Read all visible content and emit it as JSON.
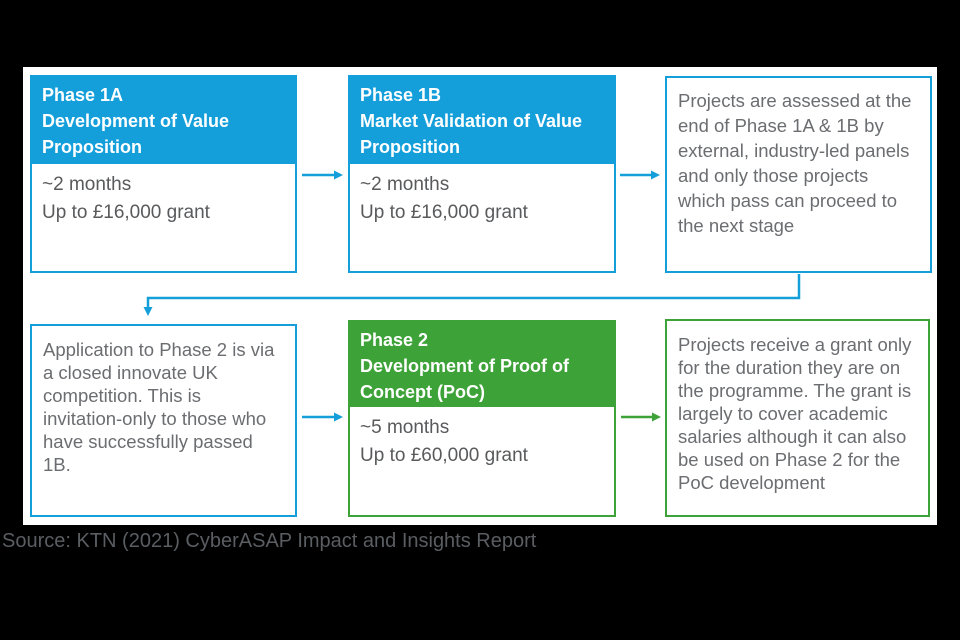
{
  "figure": {
    "colors": {
      "phase1_blue": "#149fdb",
      "phase2_green": "#3da237",
      "panel_background": "#ffffff",
      "page_background": "#000000",
      "detail_text": "#595a5c",
      "note_text": "#6b6d70",
      "caption_text": "#5a5e62"
    },
    "phase_boxes": [
      {
        "id": "phase-1a",
        "title_lines": [
          "Phase 1A",
          "Development of Value",
          "Proposition"
        ],
        "detail_lines": [
          "~2 months",
          "Up to £16,000 grant"
        ]
      },
      {
        "id": "phase-1b",
        "title_lines": [
          "Phase 1B",
          "Market Validation of Value",
          "Proposition"
        ],
        "detail_lines": [
          "~2 months",
          "Up to £16,000 grant"
        ]
      },
      {
        "id": "phase-2",
        "title_lines": [
          "Phase 2",
          "Development of Proof of",
          "Concept (PoC)"
        ],
        "detail_lines": [
          "~5 months",
          "Up to £60,000 grant"
        ]
      }
    ],
    "note_boxes": [
      {
        "id": "assessment",
        "text_lines": [
          "Projects are assessed at the",
          "end of Phase 1A & 1B by",
          "external, industry-led panels",
          "and only those projects",
          "which pass can proceed to",
          "the next stage"
        ]
      },
      {
        "id": "application",
        "text_lines": [
          "Application to Phase 2 is via",
          "a closed innovate UK",
          "competition. This is",
          "invitation-only to those who",
          "have successfully passed",
          "1B."
        ]
      },
      {
        "id": "grant",
        "text_lines": [
          "Projects receive a grant only",
          "for the duration they are on",
          "the programme. The grant is",
          "largely to cover academic",
          "salaries although it can also",
          "be used on Phase 2 for the",
          "PoC development"
        ]
      }
    ],
    "caption": "Source: KTN (2021) CyberASAP Impact and Insights Report"
  }
}
